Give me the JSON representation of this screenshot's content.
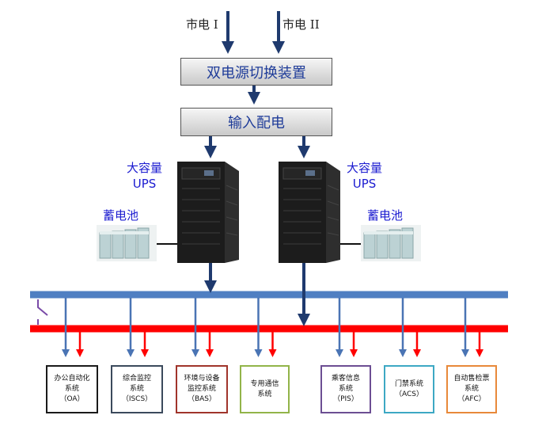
{
  "inputs": {
    "mains1": "市电 I",
    "mains2": "市电 II"
  },
  "ats_label": "双电源切换装置",
  "input_dist_label": "输入配电",
  "ups_left": {
    "line1": "大容量",
    "line2": "UPS"
  },
  "ups_right": {
    "line1": "大容量",
    "line2": "UPS"
  },
  "battery_left": "蓄电池",
  "battery_right": "蓄电池",
  "systems": [
    {
      "lines": [
        "办公自动化",
        "系统",
        "（OA）"
      ],
      "color": "#1a1a1a"
    },
    {
      "lines": [
        "综合监控",
        "系统",
        "（ISCS）"
      ],
      "color": "#3b4a5c"
    },
    {
      "lines": [
        "环境与设备",
        "监控系统",
        "（BAS）"
      ],
      "color": "#a0342b"
    },
    {
      "lines": [
        "专用通信",
        "系统"
      ],
      "color": "#92b449"
    },
    {
      "lines": [
        "乘客信息",
        "系统",
        "（PIS）"
      ],
      "color": "#6c4e93"
    },
    {
      "lines": [
        "门禁系统",
        "（ACS）"
      ],
      "color": "#3da8c4"
    },
    {
      "lines": [
        "自动售检票",
        "系统",
        "（AFC）"
      ],
      "color": "#e8893a"
    }
  ],
  "colors": {
    "blue_bus": "#4f7fc2",
    "red_bus": "#ff0000",
    "arrow_blue": "#1f3a6e",
    "tap_blue": "#4a74b4"
  }
}
